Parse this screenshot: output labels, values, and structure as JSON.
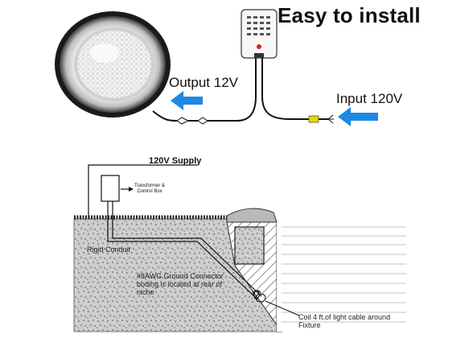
{
  "labels": {
    "title": "Easy to install",
    "output": "Output 12V",
    "input": "Input 120V",
    "supply": "120V Supply",
    "transformer": "Transformer & Control Box",
    "conduit": "Rigid Conduit",
    "ground": "#8AWG Ground Connector boding is located at rear of niche",
    "coil": "Coil 4 ft.of light cable around Fixture"
  },
  "colors": {
    "arrow": "#1e88e5",
    "line": "#111111",
    "connector": "#e6d800",
    "water": "#8a8a8a",
    "concrete": "#b9b9b9"
  },
  "icons": {
    "light": "pool-light-fixture",
    "box": "control-box",
    "arrows": "blue-arrow"
  }
}
